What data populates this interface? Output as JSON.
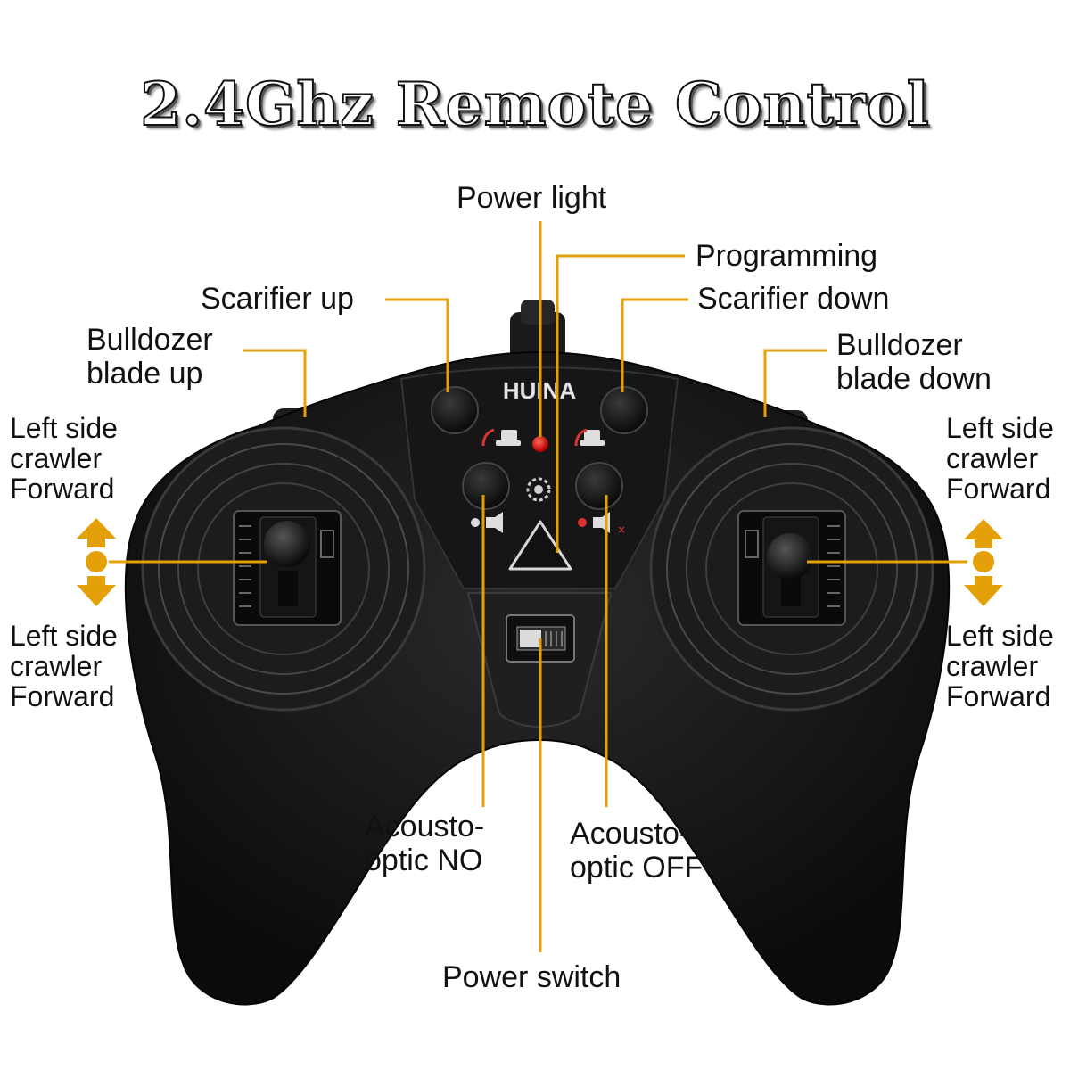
{
  "title": "2.4Ghz Remote Control",
  "brand": "HUINA",
  "accent_color": "#E3A008",
  "labels": {
    "power_light": "Power light",
    "programming": "Programming",
    "scarifier_up": "Scarifier up",
    "scarifier_down": "Scarifier down",
    "blade_up": [
      "Bulldozer",
      "blade up"
    ],
    "blade_down": [
      "Bulldozer",
      "blade down"
    ],
    "left_top": [
      "Left side",
      "crawler",
      "Forward"
    ],
    "left_bottom": [
      "Left side",
      "crawler",
      "Forward"
    ],
    "right_top": [
      "Left side",
      "crawler",
      "Forward"
    ],
    "right_bottom": [
      "Left side",
      "crawler",
      "Forward"
    ],
    "acousto_on": [
      "Acousto-",
      "optic NO"
    ],
    "acousto_off": [
      "Acousto-",
      "optic OFF"
    ],
    "power_switch": "Power switch"
  },
  "icons": {
    "up_arrow": "arrow-up-icon",
    "down_arrow": "arrow-down-icon",
    "neutral": "circle-dot-icon"
  }
}
